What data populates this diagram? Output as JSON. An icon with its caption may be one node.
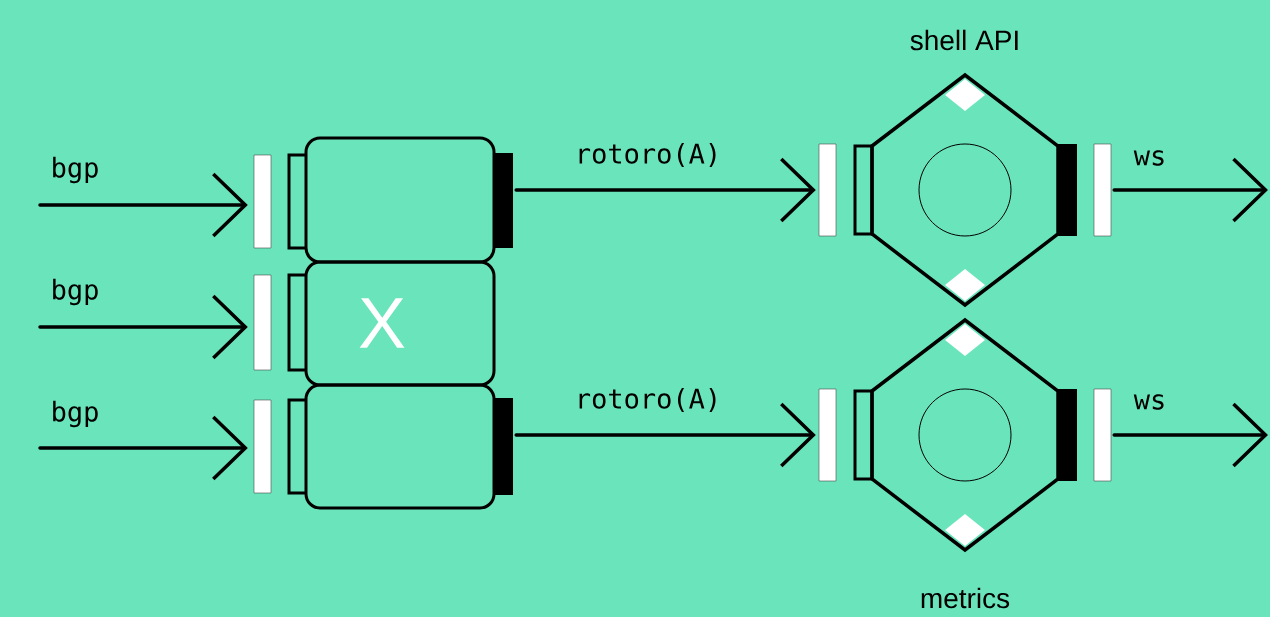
{
  "diagram": {
    "nodes": [
      {
        "text": [
          "X"
        ]
      },
      {
        "text": [
          "shell API"
        ]
      },
      {
        "text": [
          "metrics"
        ]
      }
    ],
    "edges": [
      {
        "from": null,
        "to": 0,
        "arrow": "to",
        "label": "bgp"
      },
      {
        "from": null,
        "to": 0,
        "arrow": "to",
        "label": "bgp"
      },
      {
        "from": null,
        "to": 0,
        "arrow": "to",
        "label": "bgp"
      },
      {
        "from": 0,
        "to": 1,
        "arrow": "to",
        "label": "rotoro(A)"
      },
      {
        "from": 0,
        "to": 2,
        "arrow": "to",
        "label": "rotoro(A)"
      },
      {
        "from": 1,
        "to": null,
        "arrow": "to",
        "label": "ws"
      },
      {
        "from": 2,
        "to": null,
        "arrow": "to",
        "label": "ws"
      }
    ]
  }
}
